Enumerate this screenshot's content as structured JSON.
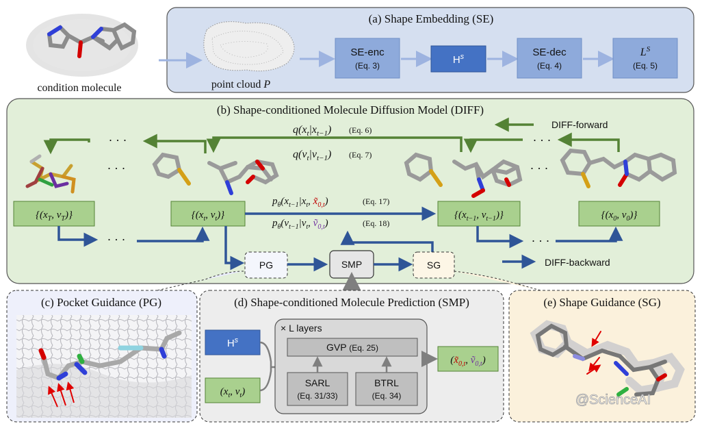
{
  "panel_a": {
    "title": "(a) Shape Embedding (SE)",
    "condition_label": "condition molecule",
    "pointcloud_label": "point cloud",
    "pointcloud_var": "P",
    "se_enc": {
      "name": "SE-enc",
      "eq": "(Eq. 3)"
    },
    "hs": {
      "base": "H",
      "sup": "s"
    },
    "se_dec": {
      "name": "SE-dec",
      "eq": "(Eq. 4)"
    },
    "ls": {
      "base": "L",
      "sup": "S",
      "eq": "(Eq. 5)"
    }
  },
  "panel_b": {
    "title": "(b) Shape-conditioned Molecule Diffusion Model (DIFF)",
    "q_x": "q(x_t | x_{t−1})",
    "q_x_eq": "(Eq. 6)",
    "q_v": "q(v_t | v_{t−1})",
    "q_v_eq": "(Eq. 7)",
    "p_x": "p_θ(x_{t−1} | x_t, x̃_{0,t})",
    "p_x_eq": "(Eq. 17)",
    "p_v": "p_θ(v_{t−1} | v_t, ṽ_{0,t})",
    "p_v_eq": "(Eq. 18)",
    "state_T": "{(x_T, v_T)}",
    "state_t": "{(x_t, v_t)}",
    "state_t1": "{(x_{t−1}, v_{t−1})}",
    "state_0": "{(x_0, v_0)}",
    "diff_forward": "DIFF-forward",
    "diff_backward": "DIFF-backward",
    "pg": "PG",
    "smp": "SMP",
    "sg": "SG",
    "dots": "· · ·"
  },
  "panel_c": {
    "title": "(c) Pocket Guidance (PG)"
  },
  "panel_d": {
    "title": "(d) Shape-conditioned Molecule Prediction (SMP)",
    "layers": "× L layers",
    "gvp": "GVP",
    "gvp_eq": "(Eq. 25)",
    "sarl": "SARL",
    "sarl_eq": "(Eq. 31/33)",
    "btrl": "BTRL",
    "btrl_eq": "(Eq. 34)",
    "hs": {
      "base": "H",
      "sup": "s"
    },
    "input": "(x_t, v_t)",
    "output": "(x̃_{0,t}, ṽ_{0,t})"
  },
  "panel_e": {
    "title": "(e) Shape Guidance (SG)"
  },
  "watermark": "@ScienceAI",
  "colors": {
    "panel_a_bg": "#d5dff0",
    "panel_b_bg": "#e2efd9",
    "panel_c_bg": "#eef0fb",
    "panel_d_bg": "#ededed",
    "panel_e_bg": "#fbf1dc",
    "green_box": "#a9d08e",
    "green_arrow": "#548235",
    "blue_box": "#8eaadb",
    "blue_dark": "#4472c4",
    "blue_arrow": "#2f5597",
    "red": "#c00000",
    "purple": "#7030a0"
  }
}
